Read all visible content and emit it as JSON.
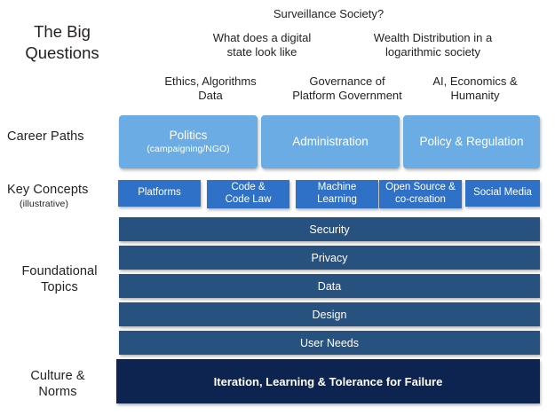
{
  "title": "The Big Questions",
  "title_lines": [
    "The Big",
    "Questions"
  ],
  "colors": {
    "career_path": "#6cace4",
    "key_concept": "#3071c8",
    "foundational": "#27527f",
    "culture": "#0e2450",
    "background": "#ffffff",
    "text": "#231f20"
  },
  "questions": {
    "top": [
      {
        "text": "Surveillance Society?"
      }
    ],
    "middle": [
      {
        "lines": [
          "What does a digital",
          "state look like"
        ]
      },
      {
        "lines": [
          "Wealth Distribution in a",
          "logarithmic society"
        ]
      }
    ],
    "lower": [
      {
        "lines": [
          "Ethics, Algorithms",
          "Data"
        ]
      },
      {
        "lines": [
          "Governance of",
          "Platform Government"
        ]
      },
      {
        "lines": [
          "AI, Economics &",
          "Humanity"
        ]
      }
    ]
  },
  "rows": {
    "career_paths": {
      "label": "Career Paths"
    },
    "key_concepts": {
      "label": "Key Concepts",
      "sub_label": "(illustrative)"
    },
    "foundational": {
      "lines": [
        "Foundational",
        "Topics"
      ]
    },
    "culture": {
      "lines": [
        "Culture &",
        "Norms"
      ]
    }
  },
  "career_paths": [
    {
      "label": "Politics",
      "sub": "(campaigning/NGO)"
    },
    {
      "label": "Administration",
      "sub": ""
    },
    {
      "label": "Policy & Regulation",
      "sub": ""
    }
  ],
  "key_concepts": [
    {
      "lines": [
        "Platforms"
      ]
    },
    {
      "lines": [
        "Code &",
        "Code Law"
      ]
    },
    {
      "lines": [
        "Machine",
        "Learning"
      ]
    },
    {
      "lines": [
        "Open Source &",
        "co-creation"
      ]
    },
    {
      "lines": [
        "Social Media"
      ]
    }
  ],
  "foundational_topics": [
    {
      "label": "Security"
    },
    {
      "label": "Privacy"
    },
    {
      "label": "Data"
    },
    {
      "label": "Design"
    },
    {
      "label": "User Needs"
    }
  ],
  "culture_bar": {
    "label": "Iteration, Learning & Tolerance for Failure"
  }
}
